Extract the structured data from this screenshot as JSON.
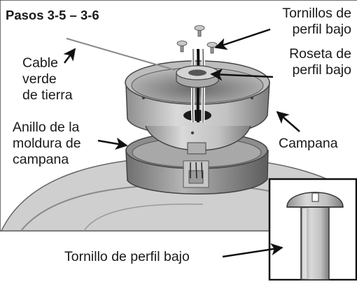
{
  "figure": {
    "step_title": "Pasos 3-5 – 3-6",
    "labels": {
      "ground_wire_line1": "Cable",
      "ground_wire_line2": "verde",
      "ground_wire_line3": "de tierra",
      "screws_line1": "Tornillos de",
      "screws_line2": "perfil bajo",
      "rosette_line1": "Roseta de",
      "rosette_line2": "perfil bajo",
      "ring_line1": "Anillo de la",
      "ring_line2": "moldura de",
      "ring_line3": "campana",
      "canopy": "Campana",
      "inset_caption": "Tornillo de perfil bajo"
    }
  }
}
